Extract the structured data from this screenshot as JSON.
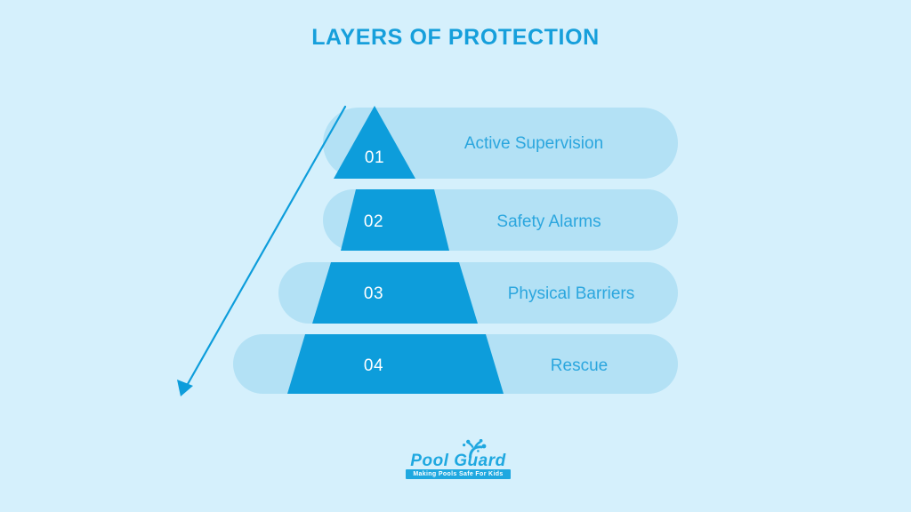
{
  "page": {
    "title": "LAYERS OF PROTECTION",
    "background_color": "#d5f0fc",
    "accent_color": "#0d9ddb",
    "pill_color": "#b3e1f5",
    "label_color": "#2ba6de",
    "title_color": "#169fdb"
  },
  "chart_data": {
    "type": "pyramid",
    "title": "LAYERS OF PROTECTION",
    "categories": [
      "Active Supervision",
      "Safety Alarms",
      "Physical Barriers",
      "Rescue"
    ],
    "numbers": [
      "01",
      "02",
      "03",
      "04"
    ],
    "levels": [
      {
        "number": "01",
        "label": "Active Supervision",
        "order": 1
      },
      {
        "number": "02",
        "label": "Safety Alarms",
        "order": 2
      },
      {
        "number": "03",
        "label": "Physical Barriers",
        "order": 3
      },
      {
        "number": "04",
        "label": "Rescue",
        "order": 4
      }
    ],
    "direction_annotation": "downward arrow along left side of pyramid",
    "legend": [],
    "xlabel": "",
    "ylabel": ""
  },
  "logo": {
    "word_one": "Pool",
    "word_two": "Guard",
    "wordmark": "Pool  Guard",
    "tagline": "Making Pools Safe For Kids",
    "color": "#1fa8e0"
  }
}
